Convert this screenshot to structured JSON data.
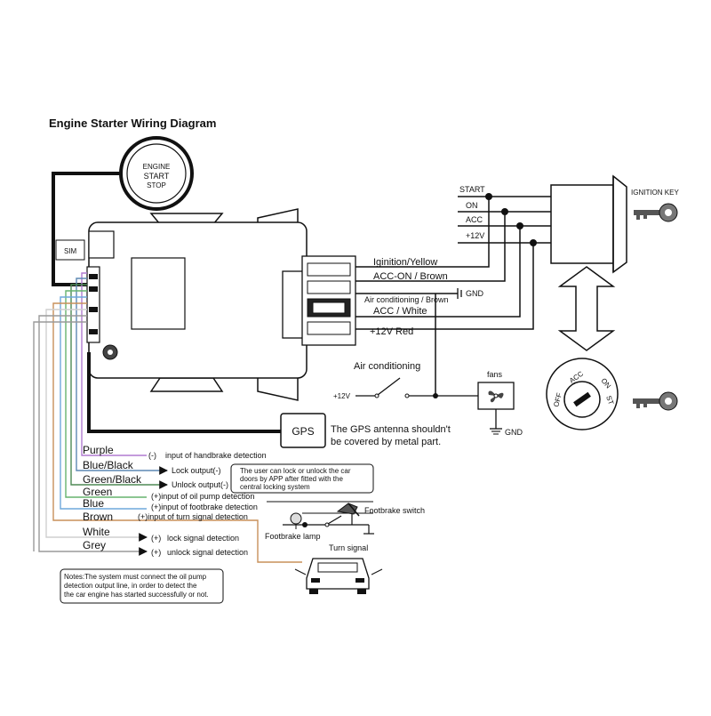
{
  "title": "Engine Starter Wiring Diagram",
  "colors": {
    "line": "#111111",
    "purple": "#b07ad0",
    "blue": "#6fa8dc",
    "green": "#66b36e",
    "green_black": "#4e8a55",
    "brown": "#c8905a",
    "white_wire": "#d8d8d8",
    "grey": "#9a9a9a"
  },
  "button": {
    "line1": "ENGINE",
    "line2": "START",
    "line3": "STOP"
  },
  "module": {
    "sim_label": "SIM"
  },
  "key": {
    "start": "START",
    "on": "ON",
    "acc": "ACC",
    "v12": "+12V",
    "label": "IGNITION KEY",
    "dial": {
      "off": "OFF",
      "acc": "ACC",
      "on": "ON",
      "st": "ST"
    }
  },
  "connector_wires": {
    "ignition": "Iginition/Yellow",
    "acc_on": "ACC-ON / Brown",
    "air": "Air conditioning / Brown",
    "gnd": "GND",
    "acc_white": "ACC / White",
    "red": "+12V  Red"
  },
  "ac": {
    "label": "Air conditioning",
    "v12": "+12V",
    "fans": "fans",
    "gnd": "GND"
  },
  "gps": {
    "label": "GPS",
    "note_line1": "The GPS antenna shouldn't",
    "note_line2": "be covered by metal part."
  },
  "wires": [
    {
      "name": "Purple",
      "sign": "(-)",
      "func": "input of handbrake detection"
    },
    {
      "name": "Blue/Black",
      "func": "Lock output(-)"
    },
    {
      "name": "Green/Black",
      "func": "Unlock output(-)"
    },
    {
      "name": "Green",
      "func": "(+)input of oil pump detection"
    },
    {
      "name": "Blue",
      "func": "(+)input of footbrake detection"
    },
    {
      "name": "Brown",
      "func": "(+)input of turn signal detection"
    },
    {
      "name": "White",
      "sign": "(+)",
      "func": "lock signal detection"
    },
    {
      "name": "Grey",
      "sign": "(+)",
      "func": "unlock signal detection"
    }
  ],
  "app_note": {
    "line1": "The user can lock or unlock the car",
    "line2": "doors by APP after fitted with the",
    "line3": "central locking system"
  },
  "footbrake": {
    "switch": "Footbrake switch",
    "lamp": "Footbrake lamp"
  },
  "turn_signal": "Turn signal",
  "notes": {
    "line1": "Notes:The  system  must  connect the oil pump",
    "line2": "detection output line, in order to detect the",
    "line3": "the car engine has started successfully or not."
  }
}
